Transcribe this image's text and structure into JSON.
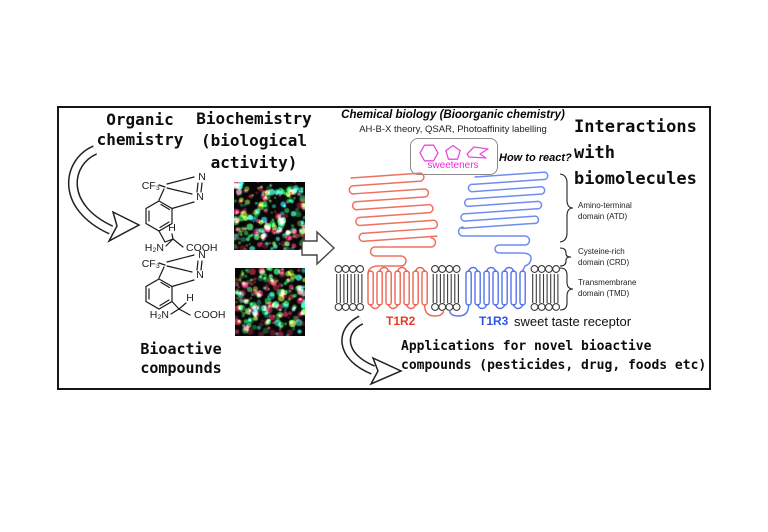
{
  "diagram": {
    "organic_chemistry": "Organic\nchemistry",
    "biochemistry": "Biochemistry\n(biological\nactivity)",
    "chemical_biology_title": "Chemical biology (Bioorganic chemistry)",
    "chemical_biology_methods": "AH-B-X theory, QSAR, Photoaffinity labelling",
    "sweeteners_label": "sweeteners",
    "how_to_react": "How to react?",
    "interactions": "Interactions\nwith\nbiomolecules",
    "bioactive_compounds": "Bioactive\ncompounds",
    "applications": "Applications for novel bioactive\ncompounds (pesticides, drug, foods etc)"
  },
  "receptor": {
    "left_subunit": "T1R2",
    "right_subunit": "T1R3",
    "name": "sweet taste receptor",
    "domains": [
      {
        "label": "Amino-terminal\ndomain (ATD)"
      },
      {
        "label": "Cysteine-rich\ndomain (CRD)"
      },
      {
        "label": "Transmembrane\ndomain (TMD)"
      }
    ]
  },
  "molecule": {
    "cf3": "CF₃",
    "n": "N",
    "h": "H",
    "h2n": "H₂N",
    "cooh": "COOH"
  },
  "colors": {
    "t1r2_red": "#e83a28",
    "t1r3_blue": "#2f55e0",
    "coil_red": "#ee7060",
    "coil_blue": "#6e8cf2",
    "sweetener_magenta": "#f02cd4",
    "frame_border": "#161616"
  }
}
